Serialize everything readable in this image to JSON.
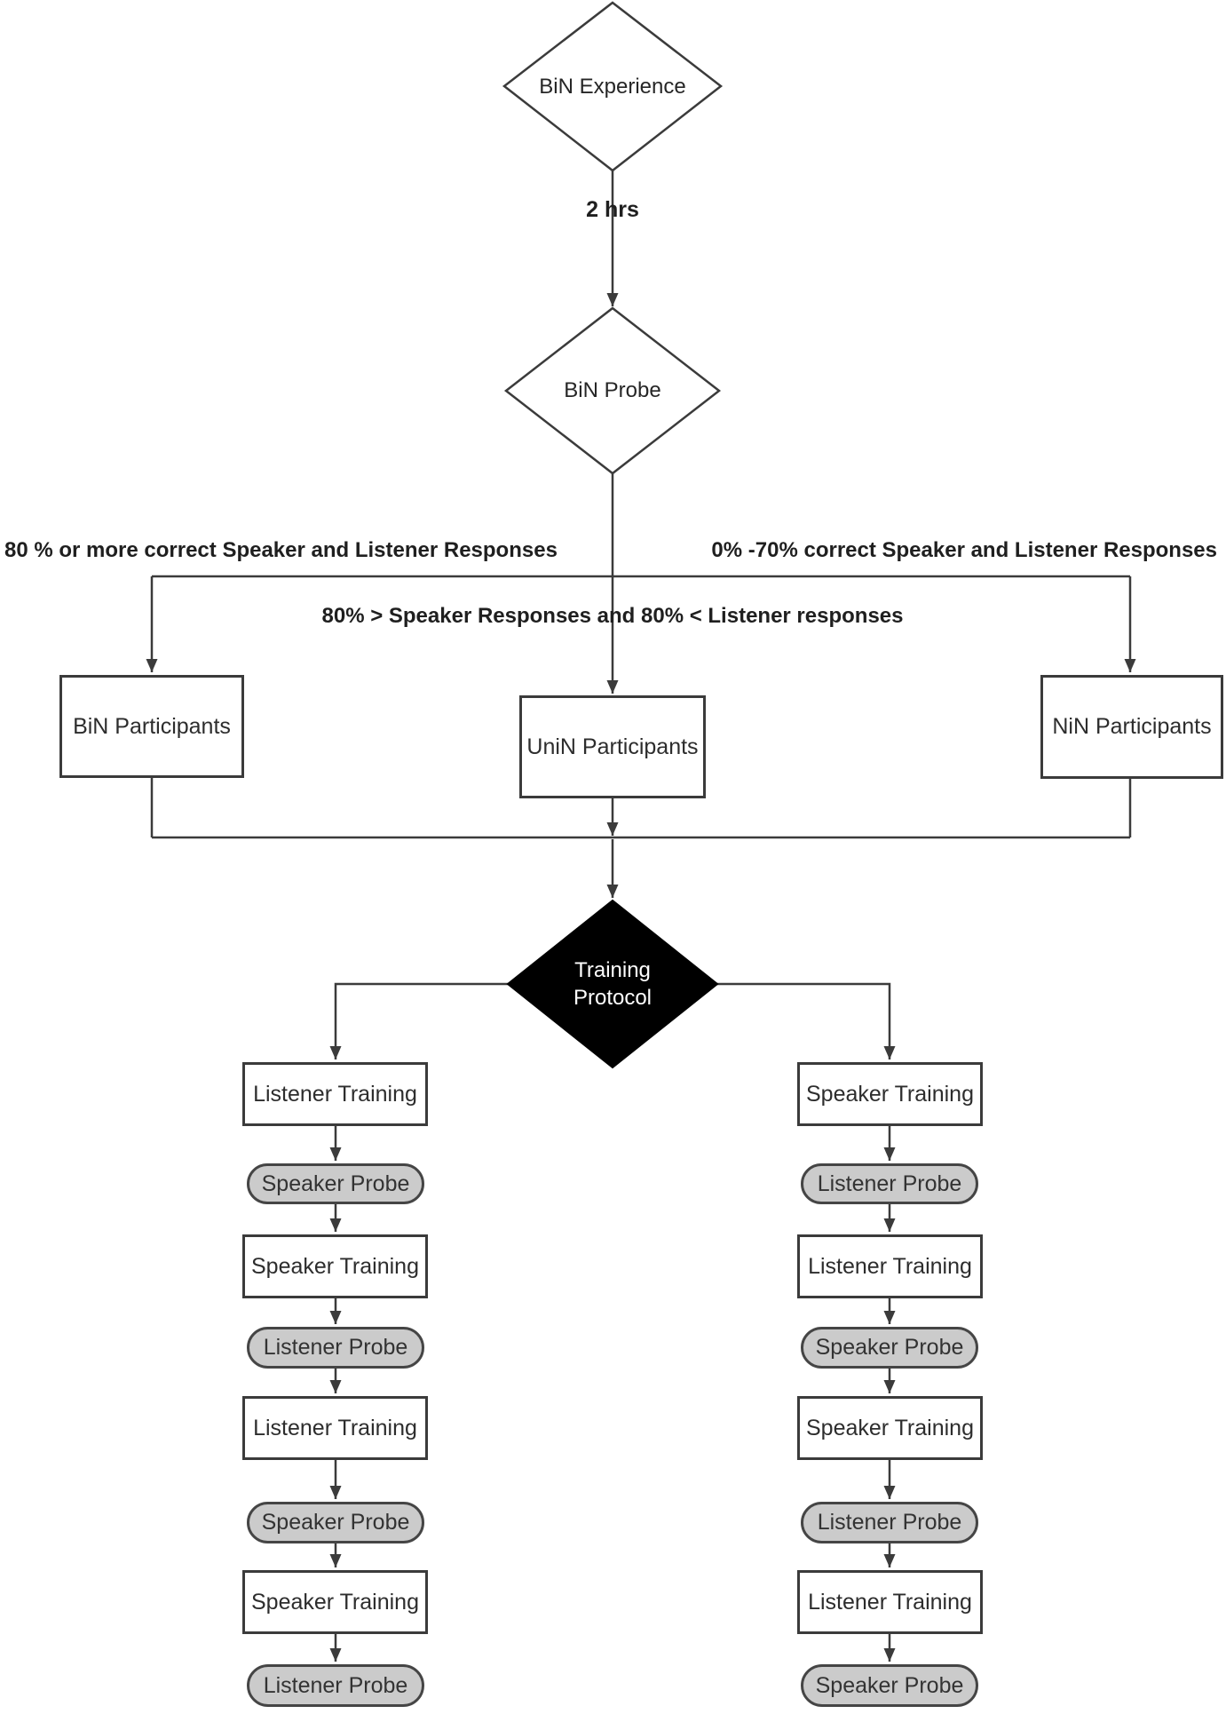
{
  "top": {
    "experience_diamond_label": "BiN Experience",
    "duration_label": "2 hrs",
    "probe_diamond_label": "BiN Probe"
  },
  "branch_labels": {
    "left": "80 % or more correct Speaker and Listener Responses",
    "right": "0% -70% correct Speaker and Listener Responses",
    "middle": "80% > Speaker Responses and 80% < Listener responses"
  },
  "participants": {
    "left": "BiN Participants",
    "middle": "UniN Participants",
    "right": "NiN Participants"
  },
  "training_diamond": {
    "line1": "Training",
    "line2": "Protocol"
  },
  "left_column": [
    {
      "type": "box",
      "label": "Listener Training"
    },
    {
      "type": "probe",
      "label": "Speaker Probe"
    },
    {
      "type": "box",
      "label": "Speaker Training"
    },
    {
      "type": "probe",
      "label": "Listener Probe"
    },
    {
      "type": "box",
      "label": "Listener Training"
    },
    {
      "type": "probe",
      "label": "Speaker Probe"
    },
    {
      "type": "box",
      "label": "Speaker Training"
    },
    {
      "type": "probe",
      "label": "Listener Probe"
    }
  ],
  "right_column": [
    {
      "type": "box",
      "label": "Speaker Training"
    },
    {
      "type": "probe",
      "label": "Listener Probe"
    },
    {
      "type": "box",
      "label": "Listener Training"
    },
    {
      "type": "probe",
      "label": "Speaker Probe"
    },
    {
      "type": "box",
      "label": "Speaker Training"
    },
    {
      "type": "probe",
      "label": "Listener Probe"
    },
    {
      "type": "box",
      "label": "Listener Training"
    },
    {
      "type": "probe",
      "label": "Speaker Probe"
    }
  ],
  "colors": {
    "line": "#3b3b3b",
    "probe_fill": "#cbcbcb",
    "decision_fill": "#000000",
    "box_fill": "#ffffff",
    "text": "#2d2d2d"
  }
}
